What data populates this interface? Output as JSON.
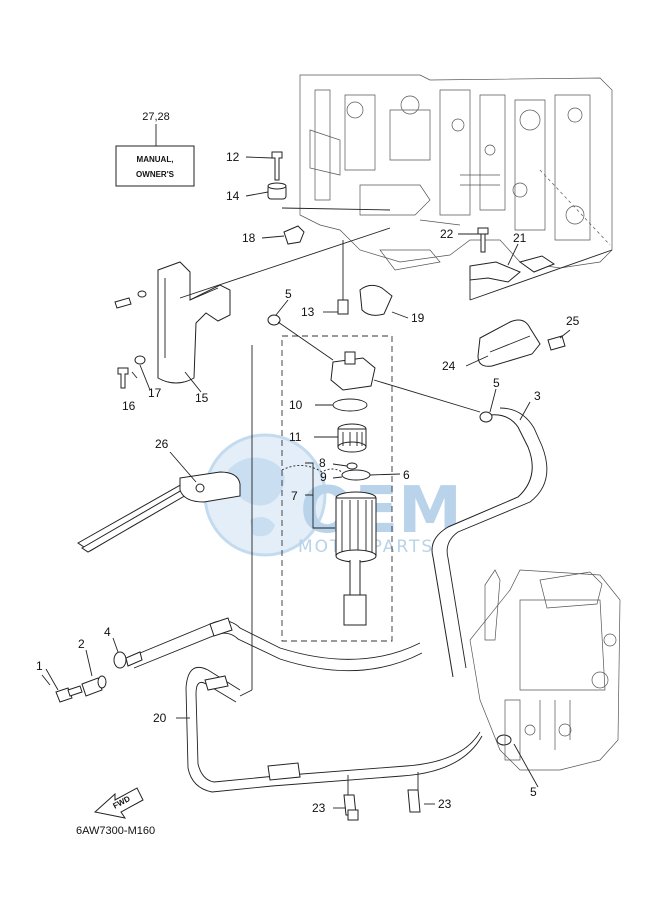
{
  "diagram": {
    "code": "6AW7300-M160",
    "fwd_arrow": "FWD",
    "owner_manual": {
      "line1": "MANUAL,",
      "line2": "OWNER'S",
      "ref": "27,28"
    },
    "watermark": {
      "brand": "OEM",
      "sub": "MOTORPARTS"
    },
    "callouts": {
      "c1": "1",
      "c2": "2",
      "c3": "3",
      "c4": "4",
      "c5a": "5",
      "c5b": "5",
      "c5c": "5",
      "c6": "6",
      "c7": "7",
      "c8": "8",
      "c9": "9",
      "c10": "10",
      "c11": "11",
      "c12": "12",
      "c13": "13",
      "c14": "14",
      "c15": "15",
      "c16": "16",
      "c17": "17",
      "c18": "18",
      "c19": "19",
      "c20": "20",
      "c21": "21",
      "c22": "22",
      "c23a": "23",
      "c23b": "23",
      "c24": "24",
      "c25": "25",
      "c26": "26"
    }
  }
}
